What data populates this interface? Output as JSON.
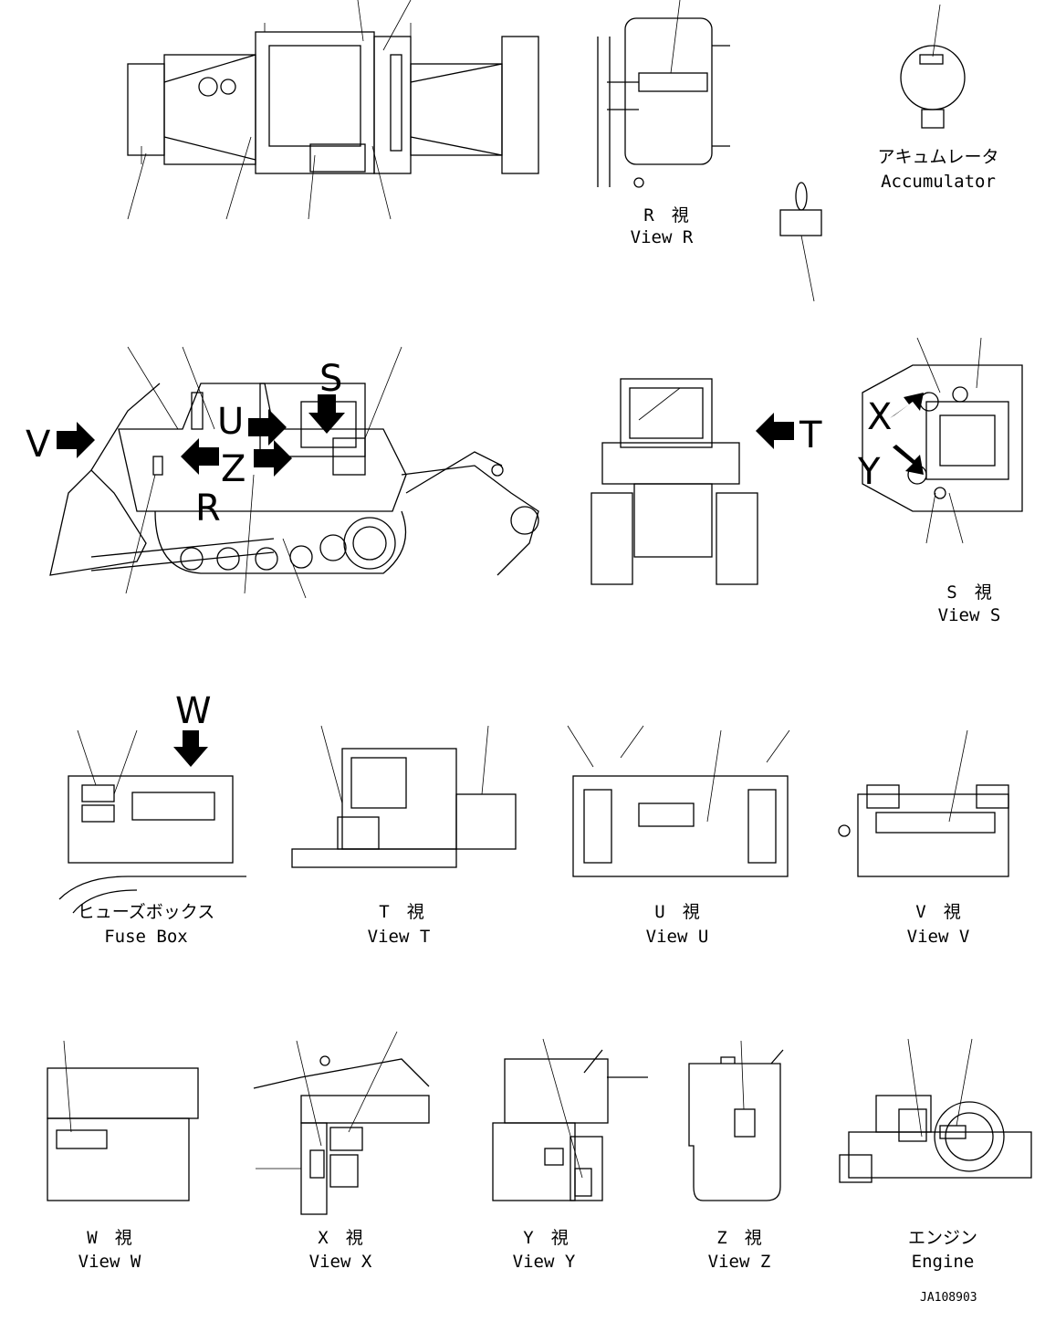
{
  "captions": {
    "view_r": {
      "jp": "R　視",
      "en": "View R"
    },
    "accumulator": {
      "jp": "アキュムレータ",
      "en": "Accumulator"
    },
    "view_s": {
      "jp": "S　視",
      "en": "View S"
    },
    "fuse_box": {
      "jp": "ヒューズボックス",
      "en": "Fuse Box"
    },
    "view_t": {
      "jp": "T　視",
      "en": "View T"
    },
    "view_u": {
      "jp": "U　視",
      "en": "View U"
    },
    "view_v": {
      "jp": "V　視",
      "en": "View V"
    },
    "view_w": {
      "jp": "W　視",
      "en": "View W"
    },
    "view_x": {
      "jp": "X　視",
      "en": "View X"
    },
    "view_y": {
      "jp": "Y　視",
      "en": "View Y"
    },
    "view_z": {
      "jp": "Z　視",
      "en": "View Z"
    },
    "engine": {
      "jp": "エンジン",
      "en": "Engine"
    }
  },
  "view_markers": {
    "v": "V",
    "u": "U",
    "s": "S",
    "z": "Z",
    "r": "R",
    "t": "T",
    "x": "X",
    "y": "Y",
    "w": "W"
  },
  "document_number": "JA108903"
}
